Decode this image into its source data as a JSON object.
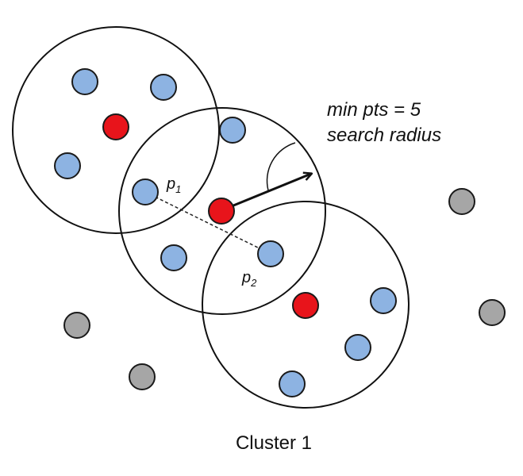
{
  "annotation": {
    "line1": "min pts = 5",
    "line2": "search radius"
  },
  "points_labels": {
    "p1_base": "p",
    "p1_sub": "1",
    "p2_base": "p",
    "p2_sub": "2"
  },
  "caption": "Cluster 1",
  "colors": {
    "core": "#e8141b",
    "border": "#8db3e2",
    "noise": "#a6a6a6",
    "outline": "#1a1a1a"
  }
}
